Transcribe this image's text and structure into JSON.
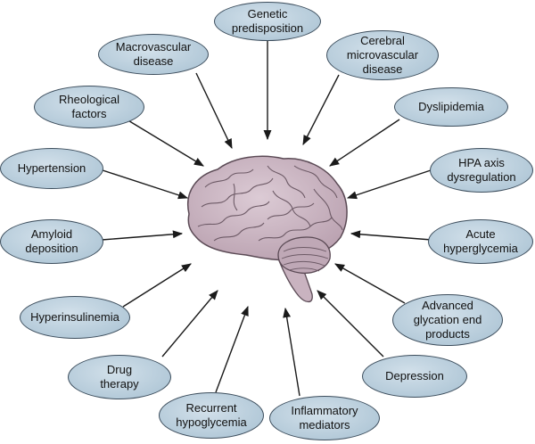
{
  "center": {
    "icon": "brain-icon"
  },
  "factors": [
    "Genetic\npredisposition",
    "Macrovascular\ndisease",
    "Cerebral\nmicrovascular\ndisease",
    "Rheological\nfactors",
    "Dyslipidemia",
    "Hypertension",
    "HPA axis\ndysregulation",
    "Amyloid\ndeposition",
    "Acute\nhyperglycemia",
    "Hyperinsulinemia",
    "Advanced\nglycation end\nproducts",
    "Drug\ntherapy",
    "Depression",
    "Recurrent\nhypoglycemia",
    "Inflammatory\nmediators"
  ],
  "colors": {
    "node_fill": "#b4cad9",
    "node_border": "#3c4d5c",
    "arrow": "#1a1a1a",
    "brain_fill": "#c6b0bd",
    "brain_outline": "#5b4a55"
  }
}
